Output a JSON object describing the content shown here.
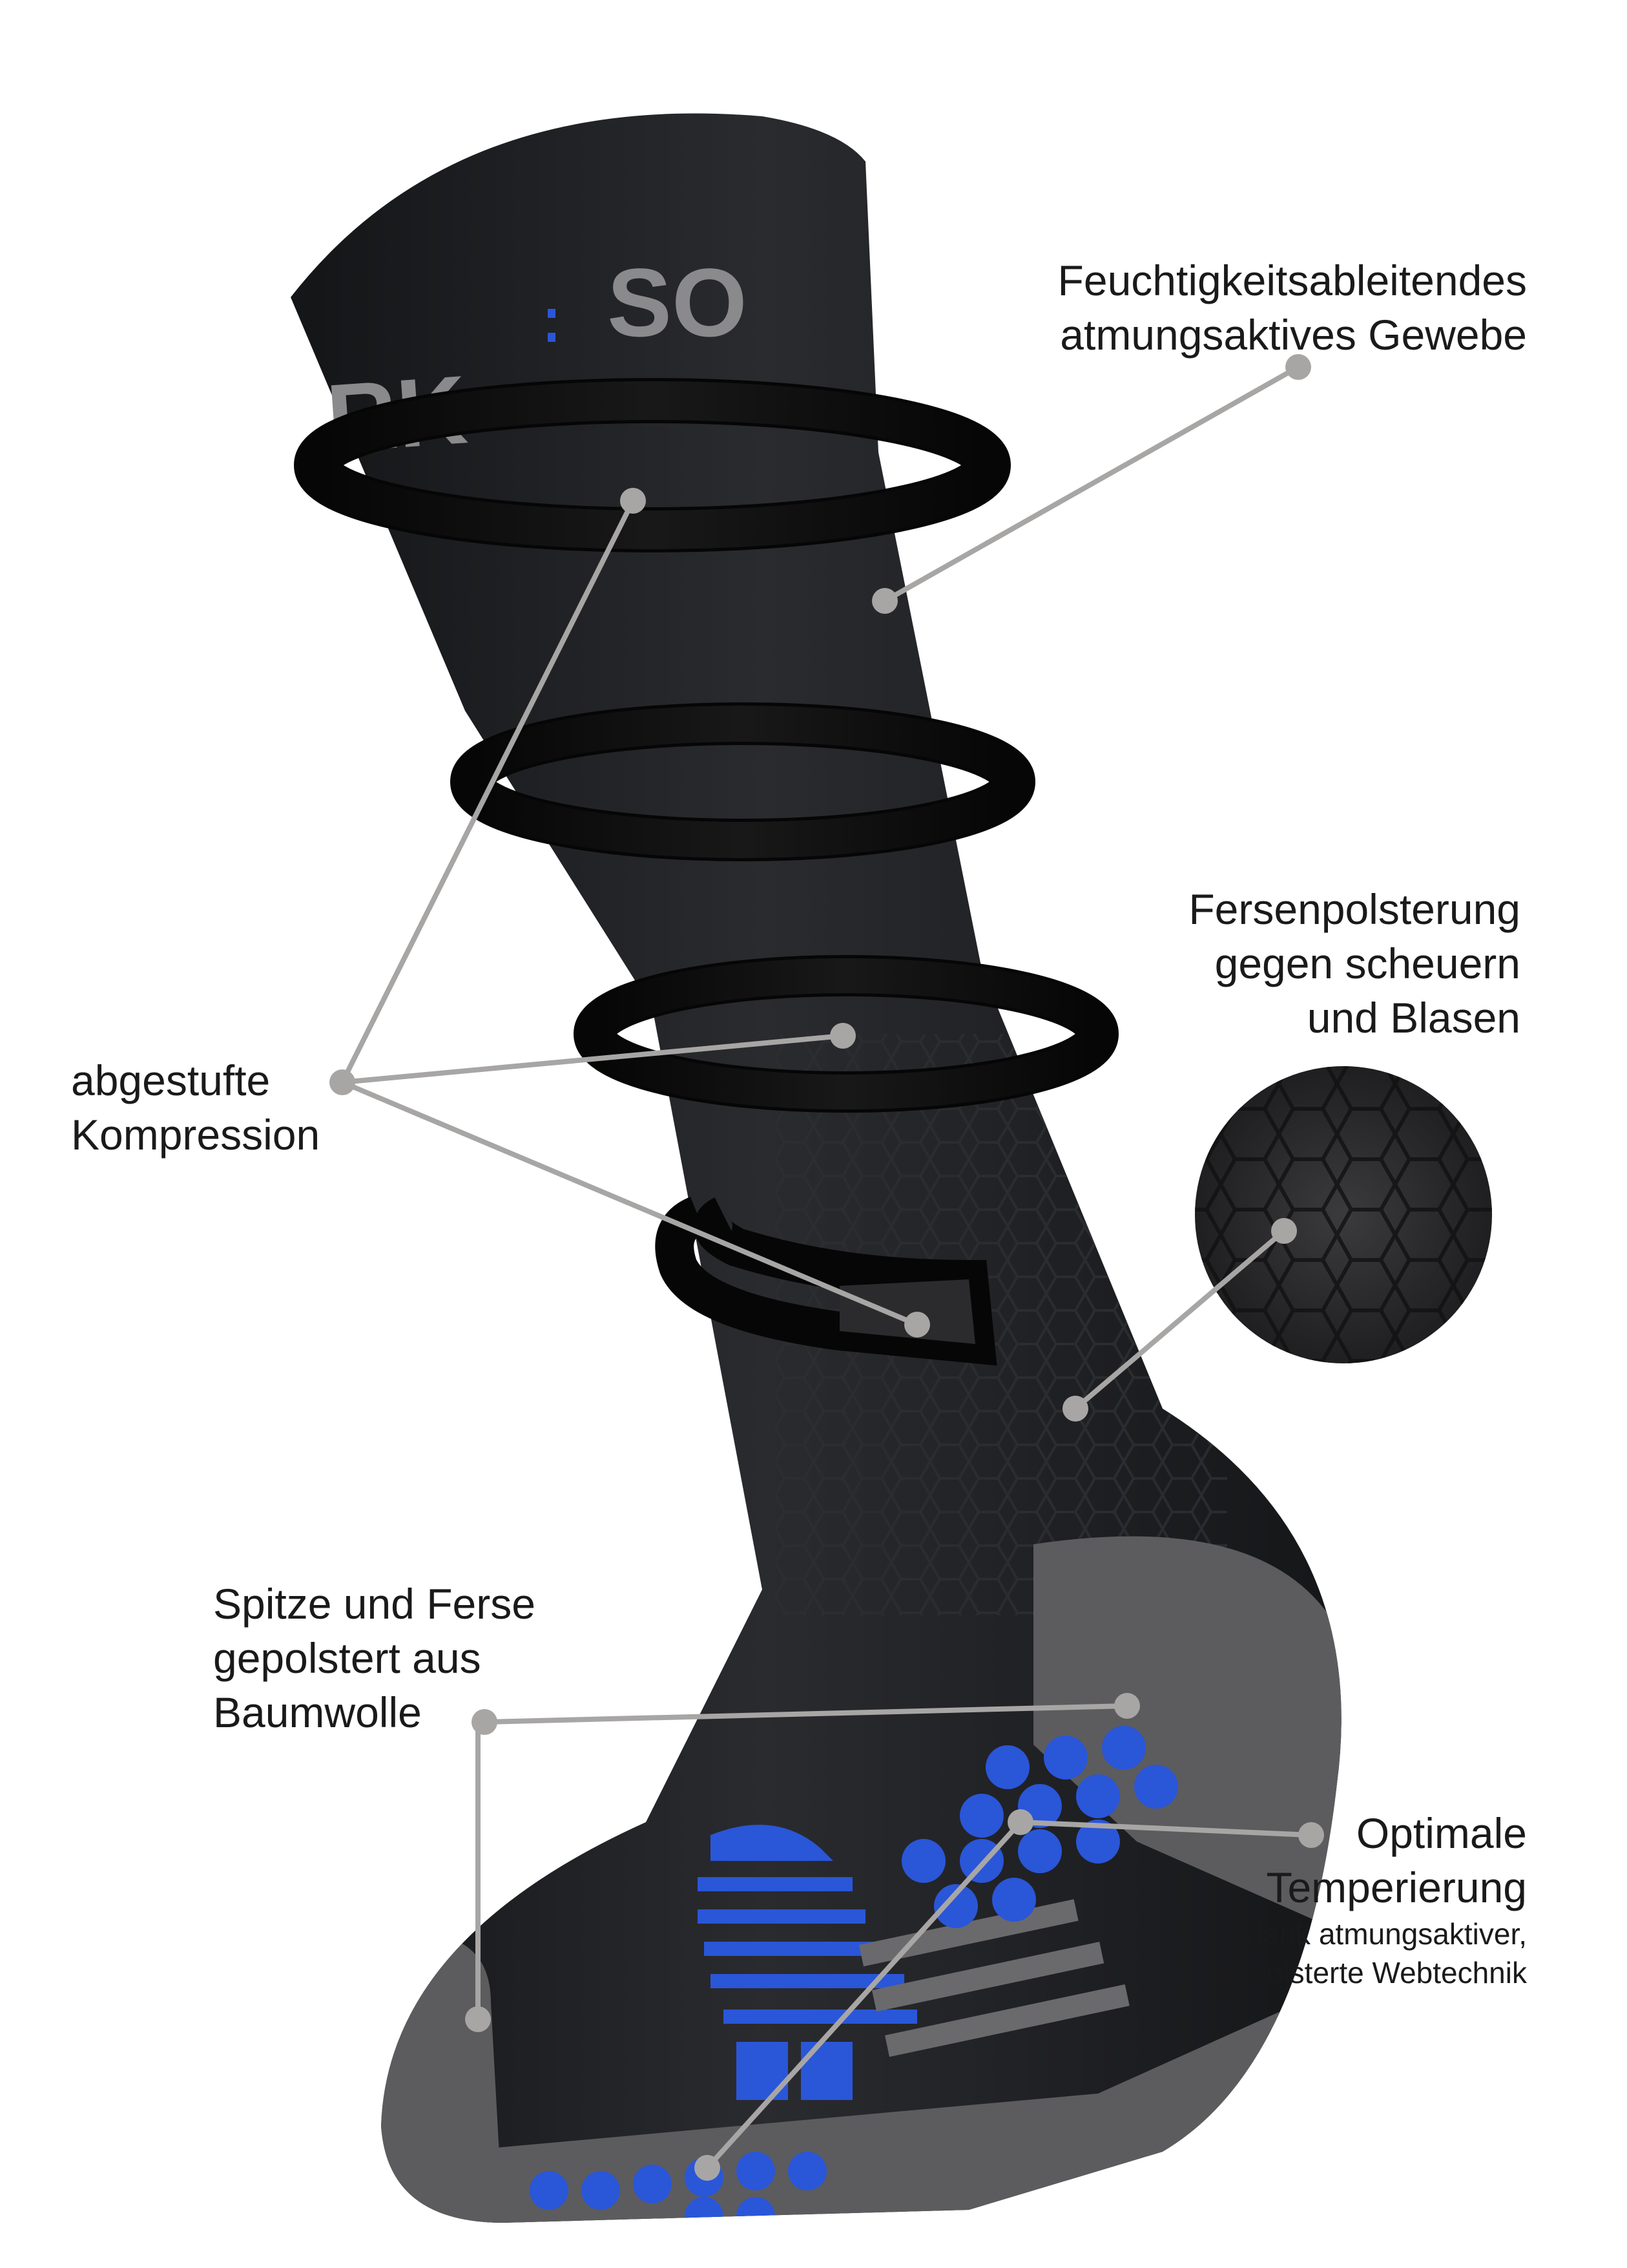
{
  "brand_text": {
    "left_fragment": "RK",
    "right_fragment": "SO"
  },
  "callouts": {
    "moisture": {
      "line1": "Feuchtigkeitsableitendes",
      "line2": "atmungsaktives Gewebe"
    },
    "heel_padding": {
      "line1": "Fersenpolsterung",
      "line2": "gegen scheuern",
      "line3": "und Blasen"
    },
    "compression": {
      "line1": "abgestufte",
      "line2": "Kompression"
    },
    "toe_heel": {
      "line1": "Spitze und Ferse",
      "line2": "gepolstert aus",
      "line3": "Baumwolle"
    },
    "temperature": {
      "line1": "Optimale",
      "line2": "Temperierung",
      "line3": "dank atmungsaktiver,",
      "line4": "gepolsterte Webtechnik"
    }
  },
  "colors": {
    "sock_body": "#1b1c1f",
    "sock_grey": "#5c5c5e",
    "accent_blue": "#2a56d8",
    "compression_band": "#0b0b0b",
    "leader_line": "#a8a6a5",
    "background": "#ffffff"
  }
}
